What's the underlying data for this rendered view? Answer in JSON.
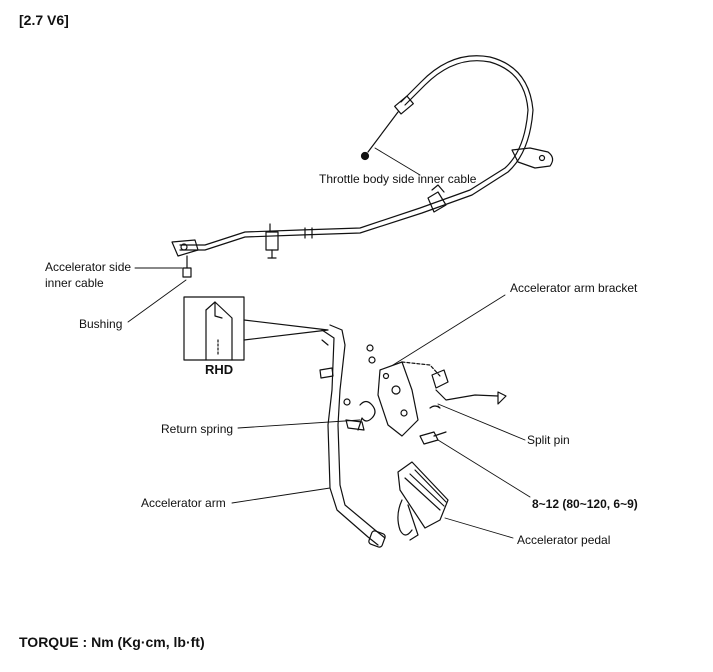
{
  "header": {
    "title": "[2.7 V6]"
  },
  "labels": {
    "throttle_cable": "Throttle body side inner cable",
    "accel_inner_line1": "Accelerator side",
    "accel_inner_line2": "inner cable",
    "bushing": "Bushing",
    "rhd": "RHD",
    "arm_bracket": "Accelerator arm bracket",
    "return_spring": "Return spring",
    "split_pin": "Split pin",
    "accel_arm": "Accelerator arm",
    "torque_spec": "8~12 (80~120, 6~9)",
    "accel_pedal": "Accelerator pedal"
  },
  "footer": {
    "torque": "TORQUE : Nm (Kg·cm, lb·ft)"
  }
}
